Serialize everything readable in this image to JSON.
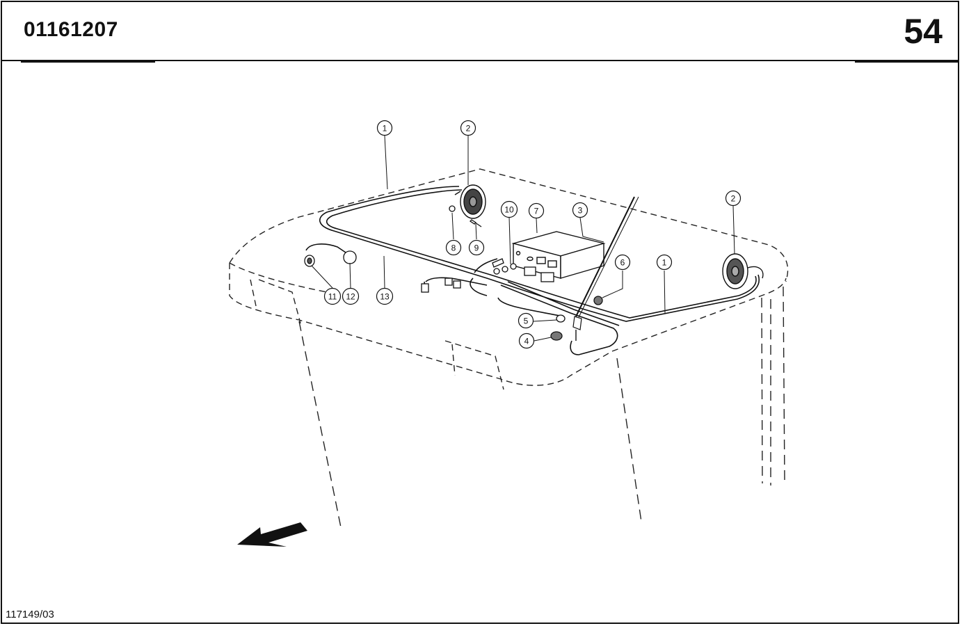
{
  "header": {
    "doc_number": "01161207",
    "page_number": "54"
  },
  "footer": {
    "figure_code": "117149/03"
  },
  "callouts": [
    {
      "id": "c1a",
      "label": "1"
    },
    {
      "id": "c2a",
      "label": "2"
    },
    {
      "id": "c10",
      "label": "10"
    },
    {
      "id": "c7",
      "label": "7"
    },
    {
      "id": "c3",
      "label": "3"
    },
    {
      "id": "c2b",
      "label": "2"
    },
    {
      "id": "c6",
      "label": "6"
    },
    {
      "id": "c1b",
      "label": "1"
    },
    {
      "id": "c8",
      "label": "8"
    },
    {
      "id": "c9",
      "label": "9"
    },
    {
      "id": "c11",
      "label": "11"
    },
    {
      "id": "c12",
      "label": "12"
    },
    {
      "id": "c13",
      "label": "13"
    },
    {
      "id": "c5",
      "label": "5"
    },
    {
      "id": "c4",
      "label": "4"
    }
  ]
}
